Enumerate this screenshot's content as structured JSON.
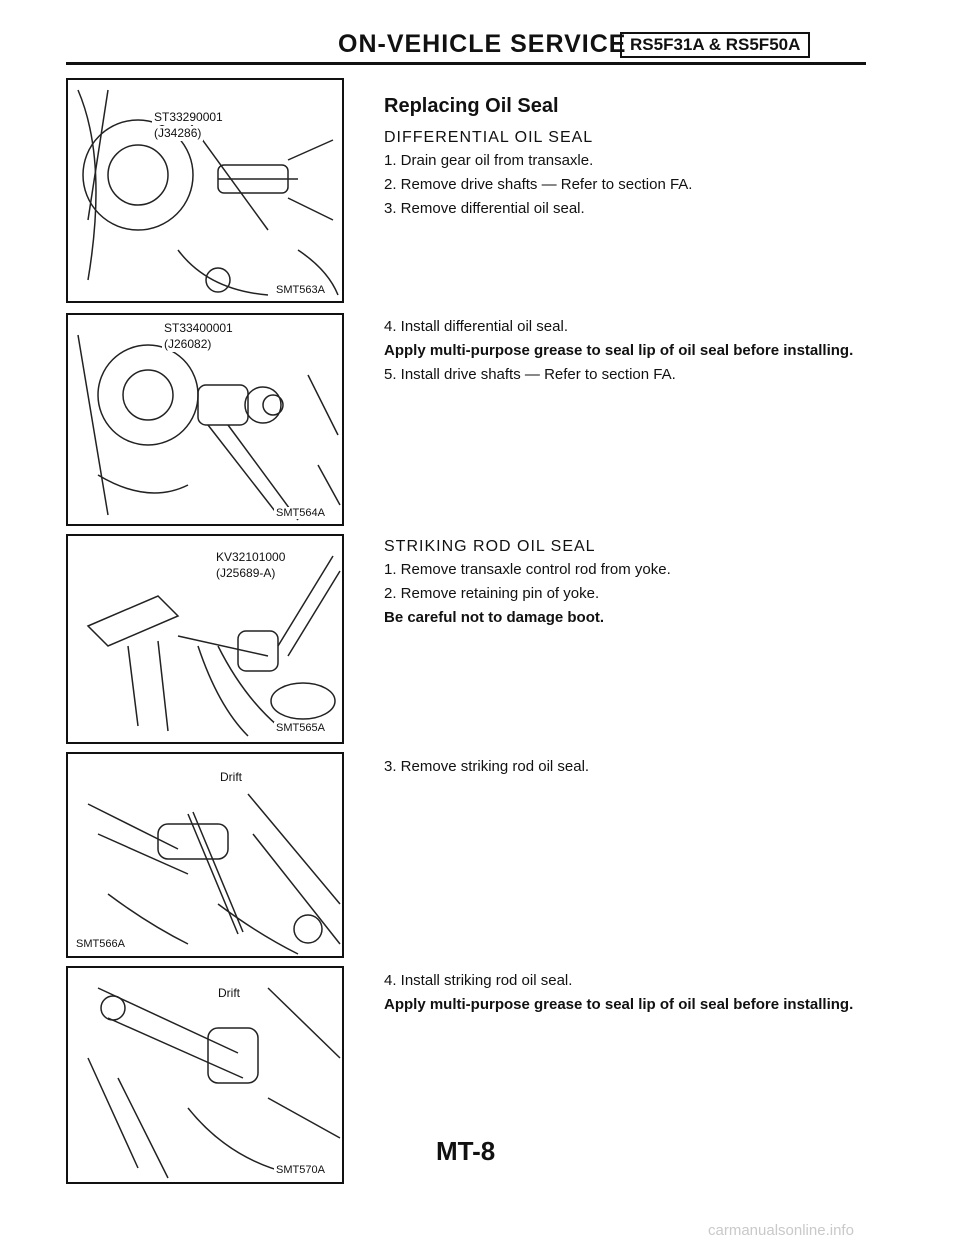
{
  "header": {
    "title": "ON-VEHICLE SERVICE",
    "model_badge": "RS5F31A & RS5F50A"
  },
  "figures": [
    {
      "code": "SMT563A",
      "callouts": [
        "ST33290001",
        "(J34286)"
      ]
    },
    {
      "code": "SMT564A",
      "callouts": [
        "ST33400001",
        "(J26082)"
      ]
    },
    {
      "code": "SMT565A",
      "callouts": [
        "KV32101000",
        "(J25689-A)"
      ]
    },
    {
      "code": "SMT566A",
      "callouts": [
        "Drift"
      ]
    },
    {
      "code": "SMT570A",
      "callouts": [
        "Drift"
      ]
    }
  ],
  "content": {
    "heading": "Replacing Oil Seal",
    "section1": {
      "title": "DIFFERENTIAL OIL SEAL",
      "steps": [
        "1. Drain gear oil from transaxle.",
        "2. Remove drive shafts — Refer to section FA.",
        "3. Remove differential oil seal."
      ]
    },
    "section2": {
      "step4": "4. Install differential oil seal.",
      "note": "Apply multi-purpose grease to seal lip of oil seal before installing.",
      "step5": "5. Install drive shafts — Refer to section FA."
    },
    "section3": {
      "title": "STRIKING ROD OIL SEAL",
      "steps": [
        "1. Remove transaxle control rod from yoke.",
        "2. Remove retaining pin of yoke."
      ],
      "note": "Be careful not to damage boot."
    },
    "section4": {
      "step3": "3. Remove striking rod oil seal."
    },
    "section5": {
      "step4": "4. Install striking rod oil seal.",
      "note": "Apply multi-purpose grease to seal lip of oil seal before installing."
    }
  },
  "footer": {
    "page_number": "MT-8",
    "watermark": "carmanualsonline.info"
  }
}
